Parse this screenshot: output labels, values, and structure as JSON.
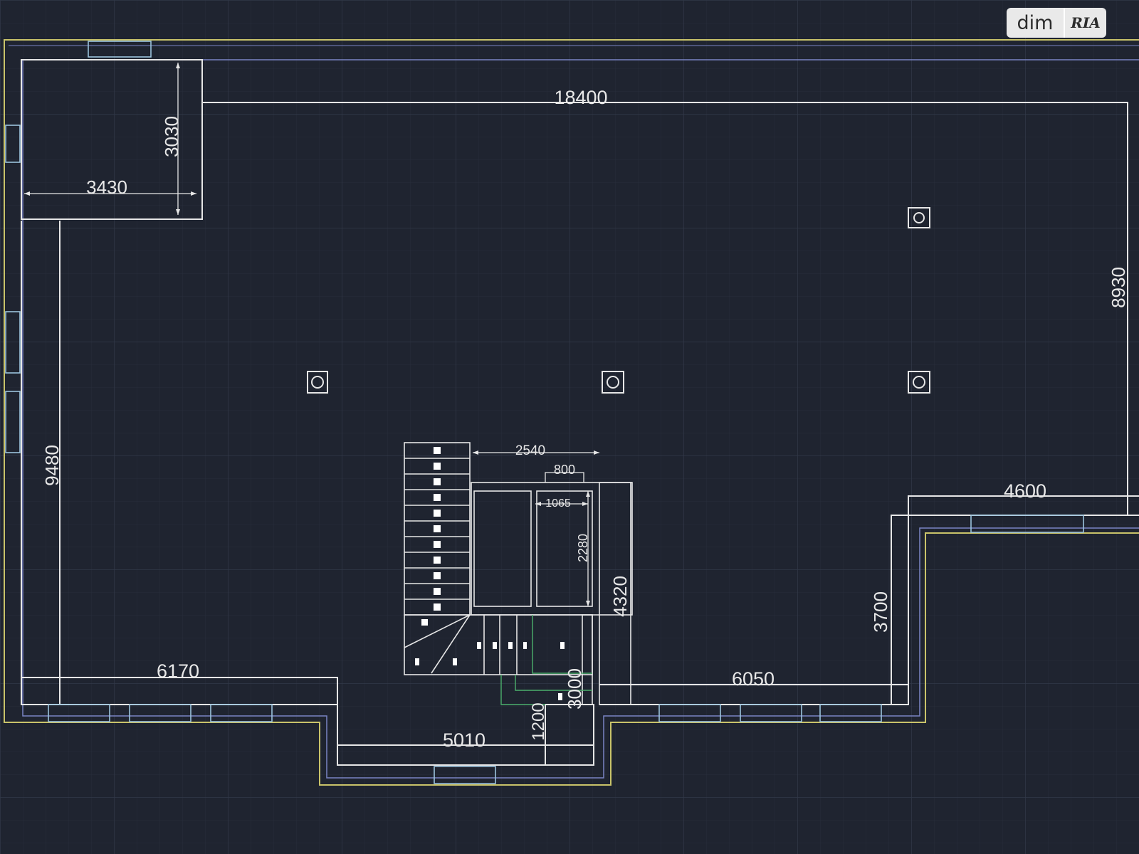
{
  "watermark": {
    "brand": "dim",
    "mark": "RIA"
  },
  "dimensions": {
    "top_width": "18400",
    "corner_room_height": "3030",
    "corner_room_width": "3430",
    "left_height": "9480",
    "right_height": "8930",
    "bottom_left_width": "6170",
    "bay_width": "5010",
    "bottom_right_width": "6050",
    "step_width": "4600",
    "step_height": "3700",
    "stair_width": "2540",
    "shaft_width": "800",
    "shaft_inner": "1065",
    "shaft_height": "2280",
    "stair_height": "4320",
    "stair_lower": "3000",
    "landing": "1200"
  },
  "colors": {
    "background": "#1f2430",
    "wall": "#e6e6e6",
    "outline": "#c9c36a",
    "blue": "#7a84c4",
    "window": "#9cc3dc",
    "green": "#4caf6c",
    "grid": "#2b3240"
  }
}
